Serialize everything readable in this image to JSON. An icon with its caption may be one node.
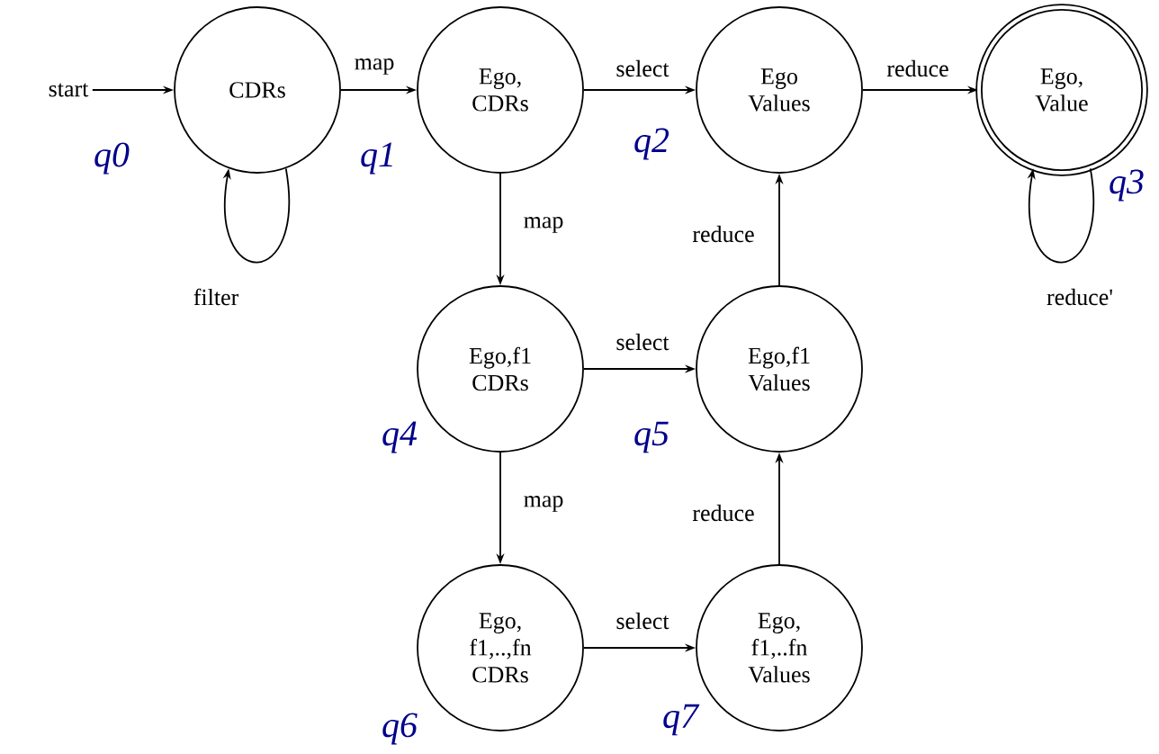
{
  "diagram": {
    "nodes": [
      {
        "text": [
          "start"
        ]
      },
      {
        "text": [
          "CDRs"
        ],
        "beside": [
          "q0"
        ]
      },
      {
        "text": [
          "Ego, CDRs"
        ],
        "beside": [
          "q1"
        ]
      },
      {
        "text": [
          "Ego Values"
        ],
        "beside": [
          "q2"
        ]
      },
      {
        "text": [
          "Ego, Value"
        ],
        "beside": [
          "q3"
        ]
      },
      {
        "text": [
          "Ego,f1 CDRs"
        ],
        "beside": [
          "q4"
        ]
      },
      {
        "text": [
          "Ego,f1 Values"
        ],
        "beside": [
          "q5"
        ]
      },
      {
        "text": [
          "Ego, f1,..,fn CDRs"
        ],
        "beside": [
          "q6"
        ]
      },
      {
        "text": [
          "Ego, f1,..fn Values"
        ],
        "beside": [
          "q7"
        ]
      }
    ],
    "edges": [
      {
        "from": 0,
        "to": 1,
        "arrow": "to"
      },
      {
        "from": 1,
        "to": 1,
        "arrow": "to",
        "label": "filter"
      },
      {
        "from": 1,
        "to": 2,
        "arrow": "to",
        "label": "map"
      },
      {
        "from": 2,
        "to": 3,
        "arrow": "to",
        "label": "select"
      },
      {
        "from": 3,
        "to": 4,
        "arrow": "to",
        "label": "reduce"
      },
      {
        "from": 4,
        "to": 4,
        "arrow": "to",
        "label": "reduce'"
      },
      {
        "from": 2,
        "to": 5,
        "arrow": "to",
        "label": "map"
      },
      {
        "from": 5,
        "to": 6,
        "arrow": "to",
        "label": "select"
      },
      {
        "from": 6,
        "to": 3,
        "arrow": "to",
        "label": "reduce"
      },
      {
        "from": 5,
        "to": 7,
        "arrow": "to",
        "label": "map"
      },
      {
        "from": 7,
        "to": 8,
        "arrow": "to",
        "label": "select"
      },
      {
        "from": 8,
        "to": 6,
        "arrow": "to",
        "label": "reduce"
      }
    ]
  }
}
